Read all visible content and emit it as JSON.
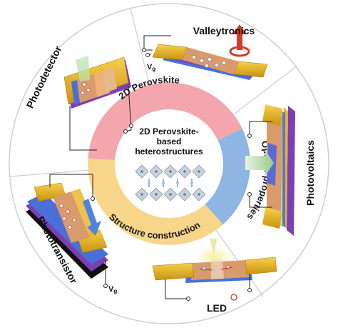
{
  "center": {
    "title_lines": [
      "2D Perovskite-",
      "based",
      "heterostructures"
    ]
  },
  "inner_ring": [
    {
      "label": "2D Perovskite",
      "color": "#f3a6ad"
    },
    {
      "label": "Optical properties",
      "color": "#8fb5e3"
    },
    {
      "label": "Structure construction",
      "color": "#f7d68a"
    }
  ],
  "outer_segments": [
    {
      "label": "Valleytronics"
    },
    {
      "label": "Photovoltaics"
    },
    {
      "label": "LED"
    },
    {
      "label": "Phototransistor"
    },
    {
      "label": "Photodetector"
    }
  ],
  "annotations": {
    "vg_top": "V",
    "vg_top_sub": "g",
    "vg_bottom": "V",
    "vg_bottom_sub": "g"
  },
  "colors": {
    "gold": "#e8b320",
    "gold_dark": "#b8860b",
    "perovskite": "#d99a6c",
    "blue_layer": "#4a6fd8",
    "purple_layer": "#7b3fb5",
    "ring_outline": "#d0d0d0"
  }
}
